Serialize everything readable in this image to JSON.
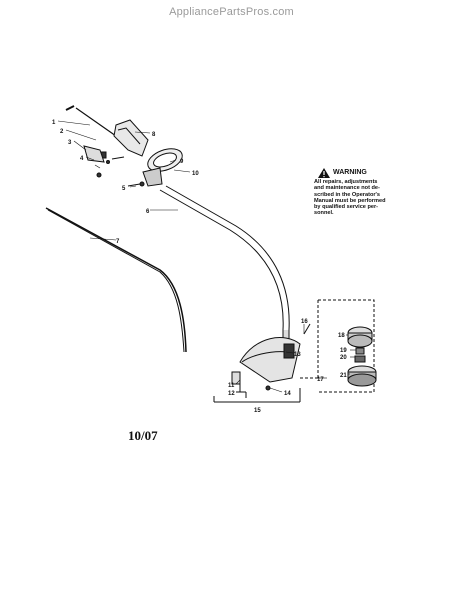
{
  "site": {
    "watermark": "AppliancePartsPros.com"
  },
  "warning": {
    "title": "WARNING",
    "lines": [
      "All repairs, adjustments",
      "and maintenance not de-",
      "scribed in the Operator's",
      "Manual must be performed",
      "by qualified service per-",
      "sonnel."
    ]
  },
  "date_code": "10/07",
  "part_labels": [
    "1",
    "2",
    "3",
    "4",
    "5",
    "6",
    "7",
    "8",
    "9",
    "10",
    "11",
    "12",
    "13",
    "14",
    "15",
    "16",
    "17",
    "18",
    "19",
    "20",
    "21"
  ]
}
